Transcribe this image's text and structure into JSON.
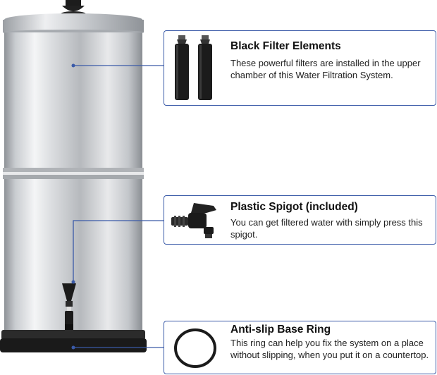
{
  "callouts": [
    {
      "title": "Black Filter Elements",
      "description": "These powerful filters are installed in the upper chamber of this  Water Filtration System.",
      "icon": "filter-cartridges-icon"
    },
    {
      "title": "Plastic Spigot (included)",
      "description": "You can get filtered water with simply press this spigot.",
      "icon": "spigot-icon"
    },
    {
      "title": "Anti-slip Base Ring",
      "description": "This ring can help you fix the system on a place without slipping, when you put it on a countertop.",
      "icon": "rubber-ring-icon"
    }
  ],
  "colors": {
    "accent": "#3a5aa8",
    "steel": "#c9ccd0",
    "black": "#1a1a1a"
  }
}
